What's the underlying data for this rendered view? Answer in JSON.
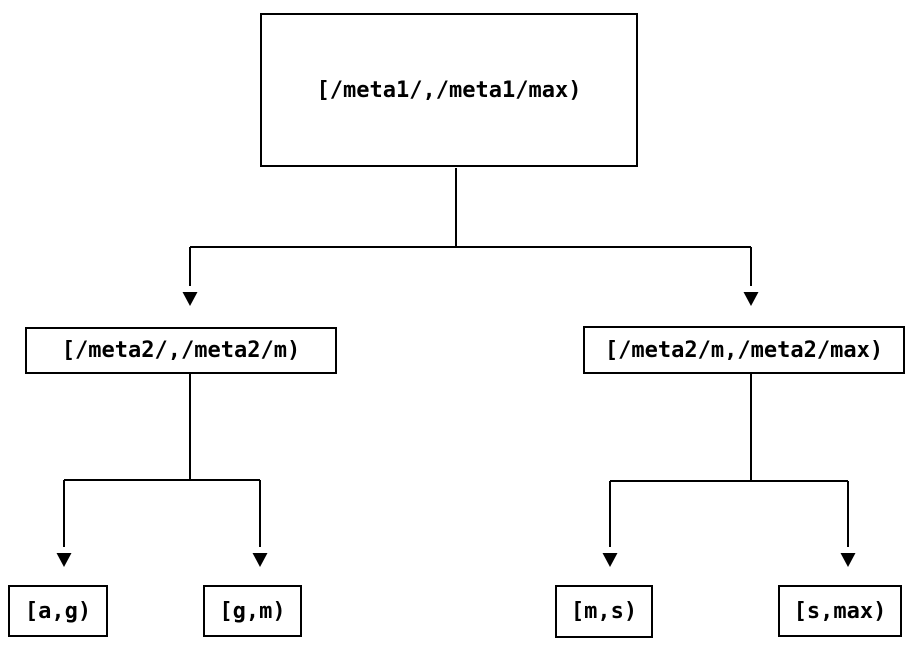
{
  "colors": {
    "background": "#ffffff",
    "line": "#000000",
    "text": "#000000"
  },
  "diagram": {
    "type": "interval-partition-tree",
    "nodes": {
      "root": {
        "label": "[/meta1/,/meta1/max)"
      },
      "left": {
        "label": "[/meta2/,/meta2/m)"
      },
      "right": {
        "label": "[/meta2/m,/meta2/max)"
      },
      "leaf_ag": {
        "label": "[a,g)"
      },
      "leaf_gm": {
        "label": "[g,m)"
      },
      "leaf_ms": {
        "label": "[m,s)"
      },
      "leaf_smax": {
        "label": "[s,max)"
      }
    },
    "edges": [
      {
        "from": "root",
        "to": "left"
      },
      {
        "from": "root",
        "to": "right"
      },
      {
        "from": "left",
        "to": "leaf_ag"
      },
      {
        "from": "left",
        "to": "leaf_gm"
      },
      {
        "from": "right",
        "to": "leaf_ms"
      },
      {
        "from": "right",
        "to": "leaf_smax"
      }
    ]
  }
}
